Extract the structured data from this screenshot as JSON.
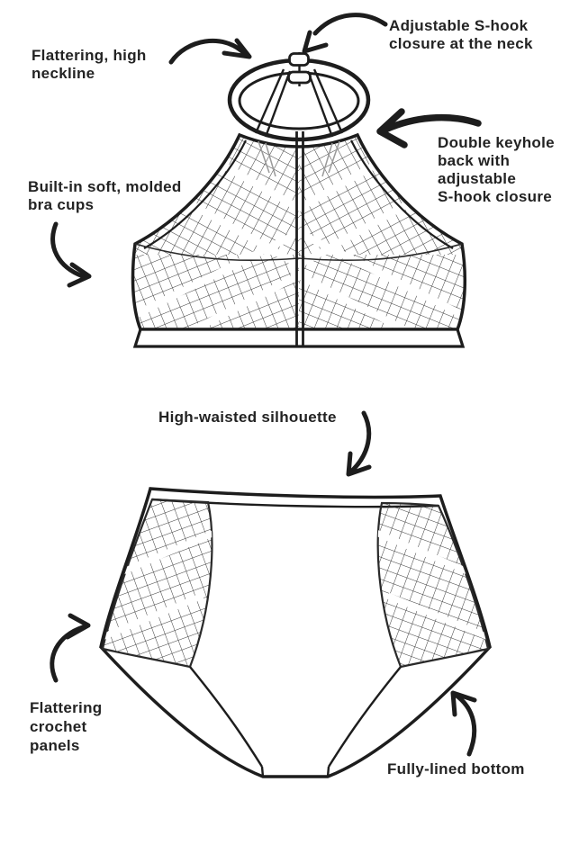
{
  "page": {
    "background_color": "#ffffff",
    "ink_color": "#1d1d1d",
    "text_color": "#232323"
  },
  "labels": {
    "neckline": "Flattering, high\nneckline",
    "neck_closure": "Adjustable S-hook\nclosure at the neck",
    "keyhole_back": "Double keyhole\nback with\nadjustable\nS-hook closure",
    "bra_cups": "Built-in soft, molded\nbra cups",
    "high_waist": "High-waisted silhouette",
    "crochet_panels": "Flattering\ncrochet\npanels",
    "lined_bottom": "Fully-lined bottom"
  },
  "icons": {
    "arrows": [
      "neckline-arrow",
      "neck-closure-arrow",
      "keyhole-arrow",
      "bra-cups-arrow",
      "high-waist-arrow",
      "crochet-panels-arrow",
      "lined-bottom-arrow"
    ]
  },
  "figures": {
    "top": "halter bikini top line drawing with crochet crosshatch pattern",
    "bottom": "high-waisted bikini bottom line drawing with crochet side panels"
  }
}
